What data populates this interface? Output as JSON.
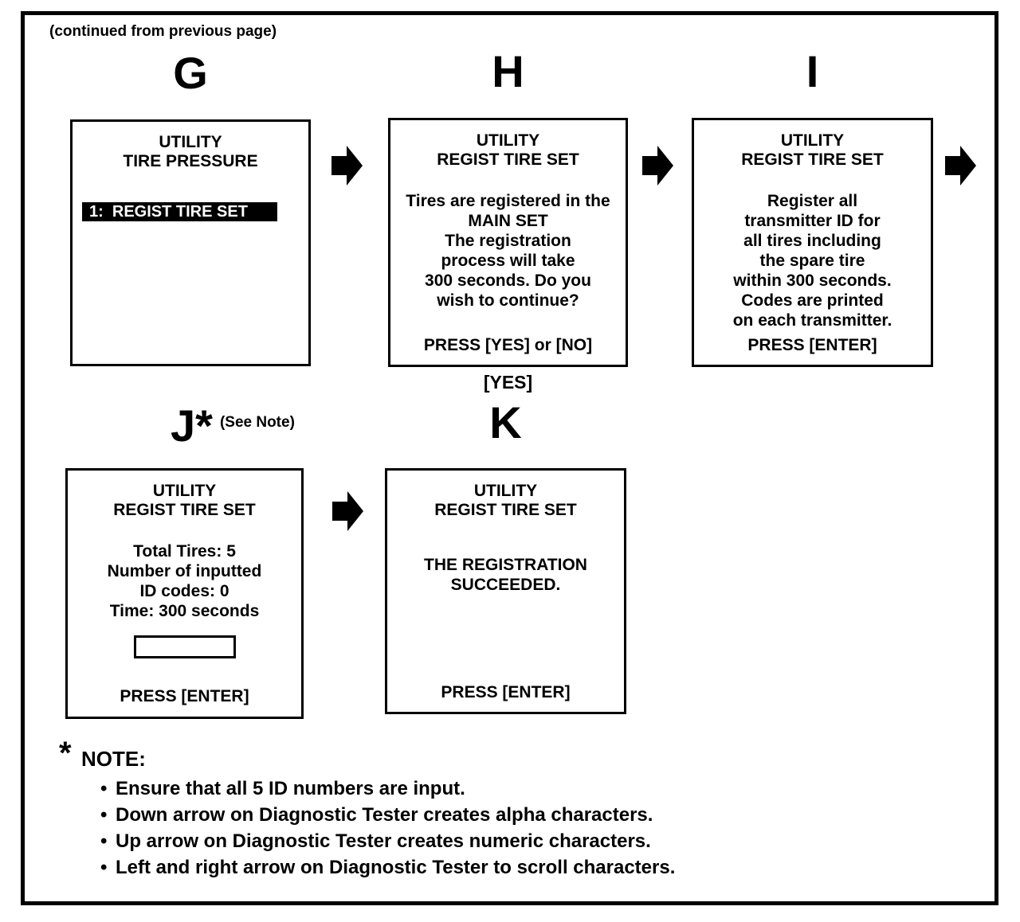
{
  "page": {
    "continued_note": "(continued from previous page)"
  },
  "screens": {
    "g": {
      "label": "G",
      "title1": "UTILITY",
      "title2": "TIRE PRESSURE",
      "menu_item": "1:  REGIST TIRE SET"
    },
    "h": {
      "label": "H",
      "title1": "UTILITY",
      "title2": "REGIST TIRE SET",
      "body": [
        "Tires are registered in the",
        "MAIN SET",
        "The registration",
        "process will take",
        "300 seconds. Do you",
        "wish to continue?"
      ],
      "action": "PRESS [YES] or [NO]",
      "transition_label": "[YES]"
    },
    "i": {
      "label": "I",
      "title1": "UTILITY",
      "title2": "REGIST TIRE SET",
      "body": [
        "Register all",
        "transmitter ID for",
        "all tires including",
        "the spare tire",
        "within 300 seconds.",
        "Codes are printed",
        "on each transmitter."
      ],
      "action": "PRESS [ENTER]"
    },
    "j": {
      "label": "J*",
      "see_note": "(See Note)",
      "title1": "UTILITY",
      "title2": "REGIST TIRE SET",
      "body": [
        "Total Tires: 5",
        "Number of inputted",
        "ID codes: 0",
        "Time: 300 seconds"
      ],
      "input_value": "",
      "action": "PRESS [ENTER]"
    },
    "k": {
      "label": "K",
      "title1": "UTILITY",
      "title2": "REGIST TIRE SET",
      "body": [
        "THE REGISTRATION",
        "SUCCEEDED."
      ],
      "action": "PRESS [ENTER]"
    }
  },
  "note": {
    "marker": "*",
    "title": "NOTE:",
    "bullet_icon": "•",
    "bullets": [
      "Ensure that all 5 ID numbers are input.",
      "Down arrow on Diagnostic Tester creates alpha characters.",
      "Up arrow on Diagnostic Tester creates numeric characters.",
      "Left and right arrow on Diagnostic Tester to scroll characters."
    ]
  },
  "colors": {
    "foreground": "#000000",
    "background": "#ffffff",
    "highlight_bar_bg": "#000000",
    "highlight_bar_text": "#ffffff"
  }
}
